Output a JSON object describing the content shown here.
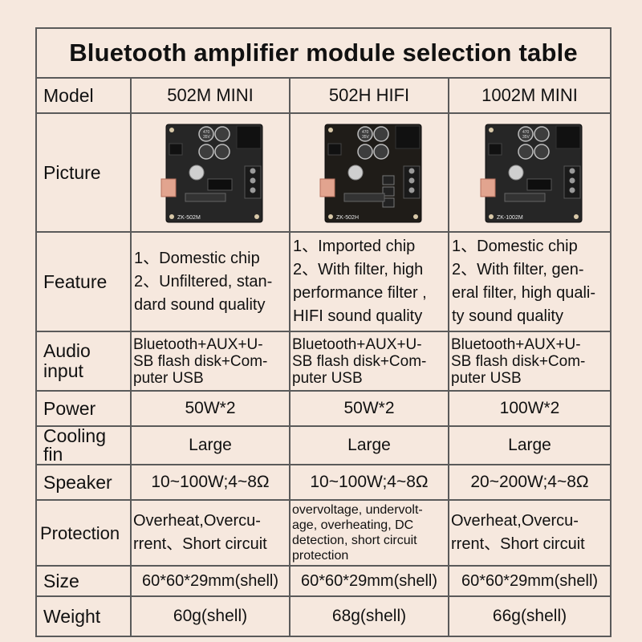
{
  "title": "Bluetooth amplifier module selection table",
  "labels": {
    "model": "Model",
    "picture": "Picture",
    "feature": "Feature",
    "audio_1": "Audio",
    "audio_2": "input",
    "power": "Power",
    "cooling_1": "Cooling",
    "cooling_2": "fin",
    "speaker": "Speaker",
    "protection": "Protection",
    "size": "Size",
    "weight": "Weight"
  },
  "models": [
    {
      "name": "502M MINI",
      "board_label": "ZK-502M",
      "board_color": "#262626",
      "feature_lines": [
        "1、Domestic chip",
        "2、Unfiltered, stan-",
        "dard sound quality"
      ],
      "audio_lines": [
        "Bluetooth+AUX+U-",
        "SB flash disk+Com-",
        "puter USB"
      ],
      "power": "50W*2",
      "cooling": "Large",
      "speaker": "10~100W;4~8Ω",
      "protection_lines": [
        "Overheat,Overcu-",
        "rrent、Short circuit"
      ],
      "size": "60*60*29mm(shell)",
      "weight": "60g(shell)"
    },
    {
      "name": "502H HIFI",
      "board_label": "ZK-502H",
      "board_color": "#1f1c18",
      "feature_lines": [
        "1、Imported chip",
        "2、With filter, high",
        "performance filter ,",
        "HIFI sound quality"
      ],
      "audio_lines": [
        "Bluetooth+AUX+U-",
        "SB flash disk+Com-",
        "puter USB"
      ],
      "power": "50W*2",
      "cooling": "Large",
      "speaker": "10~100W;4~8Ω",
      "protection_lines": [
        "overvoltage, undervolt-",
        "age, overheating, DC",
        "detection, short circuit",
        "protection"
      ],
      "size": "60*60*29mm(shell)",
      "weight": "68g(shell)"
    },
    {
      "name": "1002M MINI",
      "board_label": "ZK-1002M",
      "board_color": "#262626",
      "feature_lines": [
        "1、Domestic chip",
        "2、With filter, gen-",
        "eral filter, high quali-",
        "ty sound quality"
      ],
      "audio_lines": [
        "Bluetooth+AUX+U-",
        "SB flash disk+Com-",
        "puter USB"
      ],
      "power": "100W*2",
      "cooling": "Large",
      "speaker": "20~200W;4~8Ω",
      "protection_lines": [
        "Overheat,Overcu-",
        "rrent、Short circuit"
      ],
      "size": "60*60*29mm(shell)",
      "weight": "66g(shell)"
    }
  ],
  "board_parts": {
    "cap_text_1": "470",
    "cap_text_2": "35V"
  }
}
